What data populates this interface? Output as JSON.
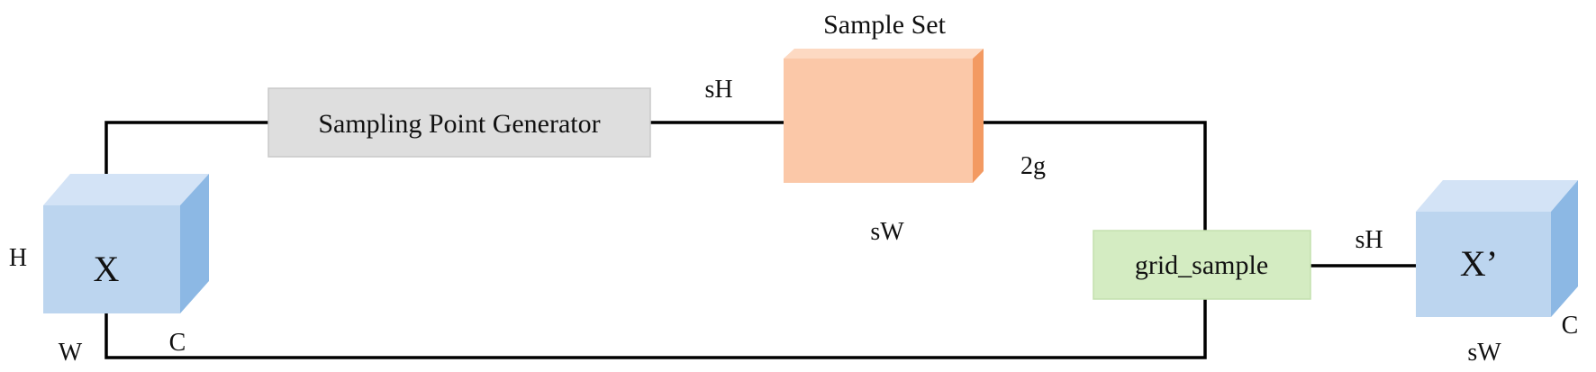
{
  "colors": {
    "cube_front": "#bcd5ef",
    "cube_top": "#d3e3f6",
    "cube_side": "#8cb8e4",
    "generator_fill": "#dedede",
    "generator_border": "#c8c8c8",
    "sample_front": "#fbc8a8",
    "sample_top": "#fdd9c2",
    "sample_side": "#f39a62",
    "grid_fill": "#d4ecc2",
    "grid_border": "#c4e0ae",
    "wire": "#000000"
  },
  "input_tensor": {
    "label": "X",
    "height_label": "H",
    "width_label": "W",
    "channel_label": "C",
    "icon": "cube-icon"
  },
  "generator": {
    "label": "Sampling Point Generator"
  },
  "sample_set": {
    "title": "Sample Set",
    "height_label": "sH",
    "width_label": "sW",
    "depth_label": "2g",
    "icon": "block-icon"
  },
  "grid_sample": {
    "label": "grid_sample"
  },
  "output_tensor": {
    "label": "X’",
    "height_label": "sH",
    "width_label": "sW",
    "channel_label": "C",
    "icon": "cube-icon"
  }
}
